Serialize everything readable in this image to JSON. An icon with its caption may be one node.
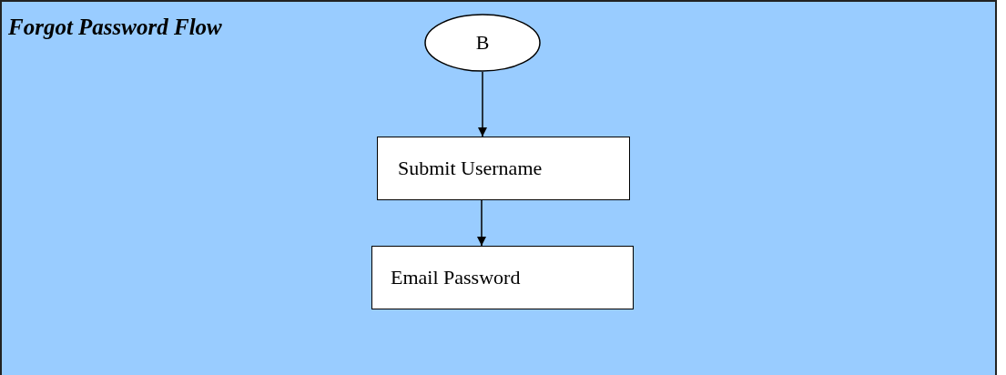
{
  "diagram": {
    "title": "Forgot Password Flow",
    "nodes": [
      {
        "text": [
          "B"
        ]
      },
      {
        "text": [
          "Submit Username"
        ]
      },
      {
        "text": [
          "Email Password"
        ]
      }
    ],
    "edges": [
      {
        "from": 0,
        "to": 1,
        "arrow": "to"
      },
      {
        "from": 1,
        "to": 2,
        "arrow": "to"
      }
    ]
  }
}
